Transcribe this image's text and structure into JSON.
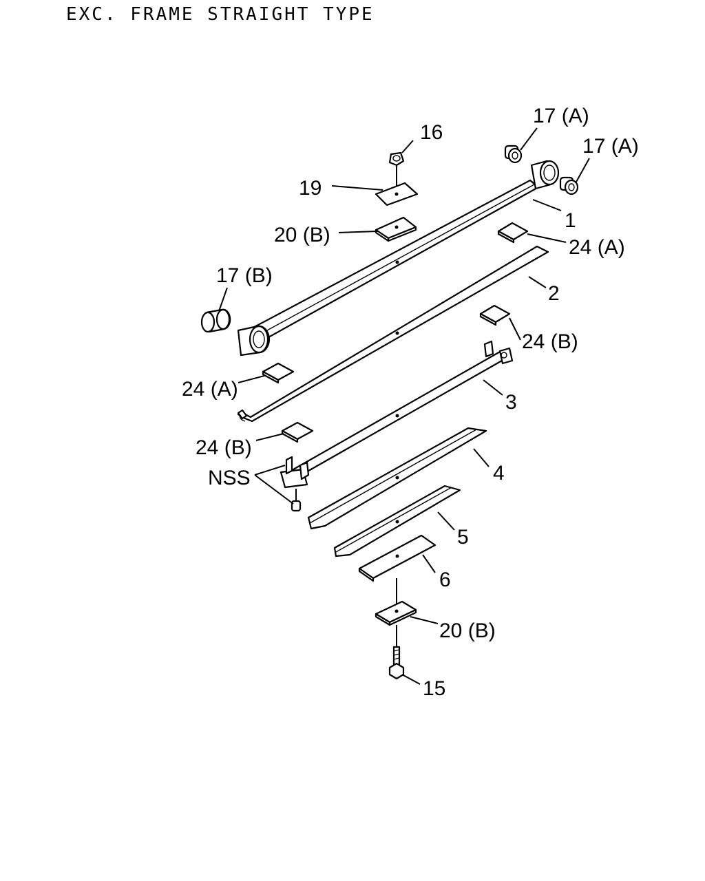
{
  "title": "EXC. FRAME STRAIGHT TYPE",
  "labels": {
    "p1": "1",
    "p2": "2",
    "p3": "3",
    "p4": "4",
    "p5": "5",
    "p6": "6",
    "p15": "15",
    "p16": "16",
    "p17a_top": "17 (A)",
    "p17a_right": "17 (A)",
    "p17b": "17 (B)",
    "p19": "19",
    "p20b_top": "20 (B)",
    "p20b_bottom": "20 (B)",
    "p24a_right": "24 (A)",
    "p24a_left": "24 (A)",
    "p24b_right": "24 (B)",
    "p24b_left": "24 (B)",
    "nss": "NSS"
  }
}
